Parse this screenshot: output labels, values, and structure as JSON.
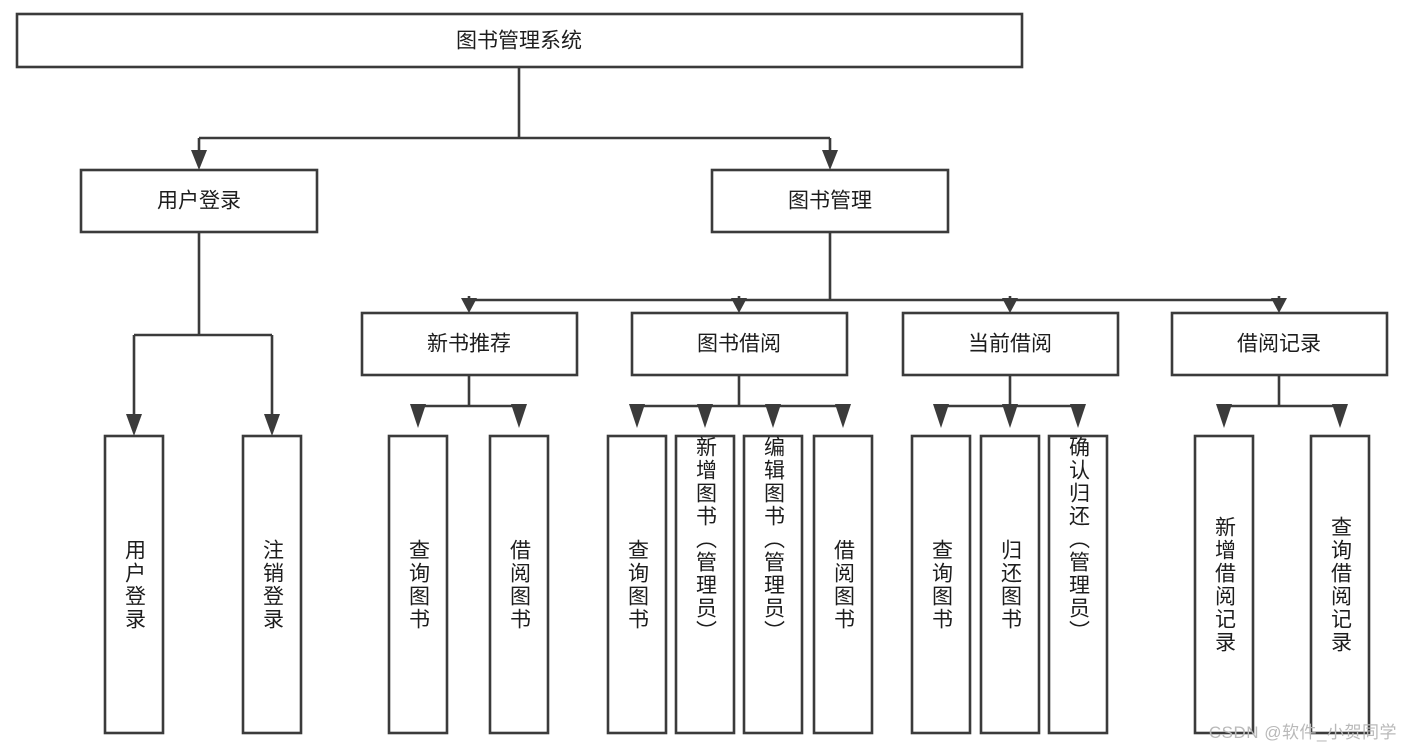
{
  "diagram": {
    "type": "tree",
    "title": "图书管理系统",
    "orientation": "top-down",
    "root": {
      "id": "root",
      "label": "图书管理系统",
      "level": 1
    },
    "level2": [
      {
        "id": "user-login",
        "label": "用户登录"
      },
      {
        "id": "book-manage",
        "label": "图书管理"
      }
    ],
    "level3": [
      {
        "id": "new-book-recommend",
        "label": "新书推荐",
        "parent": "book-manage"
      },
      {
        "id": "book-borrow",
        "label": "图书借阅",
        "parent": "book-manage"
      },
      {
        "id": "current-borrow",
        "label": "当前借阅",
        "parent": "book-manage"
      },
      {
        "id": "borrow-record",
        "label": "借阅记录",
        "parent": "book-manage"
      }
    ],
    "leaves": [
      {
        "id": "leaf-user-login",
        "label": "用户登录",
        "parent": "user-login"
      },
      {
        "id": "leaf-logout-login",
        "label": "注销登录",
        "parent": "user-login"
      },
      {
        "id": "leaf-query-book-1",
        "label": "查询图书",
        "parent": "new-book-recommend"
      },
      {
        "id": "leaf-borrow-book-1",
        "label": "借阅图书",
        "parent": "new-book-recommend"
      },
      {
        "id": "leaf-query-book-2",
        "label": "查询图书",
        "parent": "book-borrow"
      },
      {
        "id": "leaf-add-book",
        "label": "新增图书（管理员）",
        "parent": "book-borrow"
      },
      {
        "id": "leaf-edit-book",
        "label": "编辑图书（管理员）",
        "parent": "book-borrow"
      },
      {
        "id": "leaf-borrow-book-2",
        "label": "借阅图书",
        "parent": "book-borrow"
      },
      {
        "id": "leaf-query-book-3",
        "label": "查询图书",
        "parent": "current-borrow"
      },
      {
        "id": "leaf-return-book",
        "label": "归还图书",
        "parent": "current-borrow"
      },
      {
        "id": "leaf-confirm-return",
        "label": "确认归还（管理员）",
        "parent": "current-borrow"
      },
      {
        "id": "leaf-add-record",
        "label": "新增借阅记录",
        "parent": "borrow-record"
      },
      {
        "id": "leaf-query-record",
        "label": "查询借阅记录",
        "parent": "borrow-record"
      }
    ]
  },
  "watermark": {
    "text": "CSDN @软件_小贺同学"
  },
  "colors": {
    "stroke": "#3b3b3b",
    "fill": "#ffffff",
    "text": "#1d1d1d",
    "watermark": "#b9b9b9"
  }
}
